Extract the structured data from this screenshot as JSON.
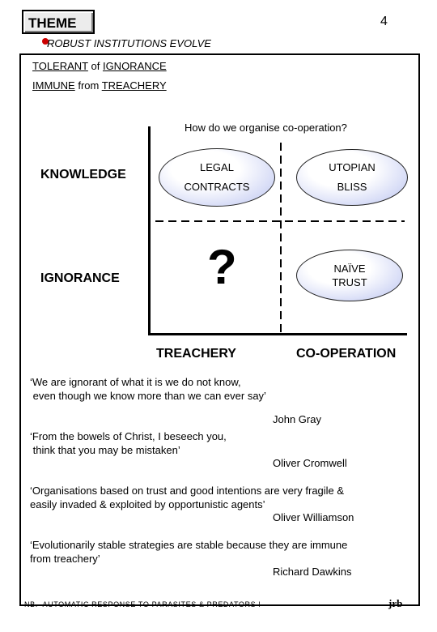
{
  "header": {
    "theme_label": "THEME",
    "page_number": "4",
    "subtitle": "ROBUST INSTITUTIONS EVOLVE",
    "accent_color": "#cc0000"
  },
  "points": [
    {
      "first": "TOLERANT",
      "connector": " of ",
      "second": "IGNORANCE"
    },
    {
      "first": "IMMUNE",
      "connector": " from ",
      "second": "TREACHERY"
    }
  ],
  "diagram": {
    "question": "How do we organise co-operation?",
    "rows": [
      "KNOWLEDGE",
      "IGNORANCE"
    ],
    "columns": [
      "TREACHERY",
      "CO-OPERATION"
    ],
    "cells": {
      "legal": [
        "LEGAL",
        "CONTRACTS"
      ],
      "utopian": [
        "UTOPIAN",
        "BLISS"
      ],
      "naive": [
        "NAÏVE",
        "TRUST"
      ],
      "unknown": "?"
    },
    "ellipse_color": "#b9c2f0"
  },
  "quotes": [
    {
      "lines": [
        "‘We are ignorant of what it is we do not know,",
        " even though we know more than we can ever say’"
      ],
      "author": "John Gray"
    },
    {
      "lines": [
        "‘From the bowels of Christ, I beseech you,",
        " think that you may be mistaken’"
      ],
      "author": "Oliver Cromwell"
    },
    {
      "lines": [
        "‘Organisations based on trust and good intentions are very fragile &",
        "easily invaded & exploited by opportunistic agents’"
      ],
      "author": "Oliver Williamson"
    },
    {
      "lines": [
        "‘Evolutionarily stable strategies are stable because they are immune",
        "from treachery’"
      ],
      "author": "Richard Dawkins"
    }
  ],
  "footer": {
    "note": "NB.  AUTOMATIC RESPONSE TO PARASITES & PREDATORS !",
    "logo": "jrb"
  }
}
